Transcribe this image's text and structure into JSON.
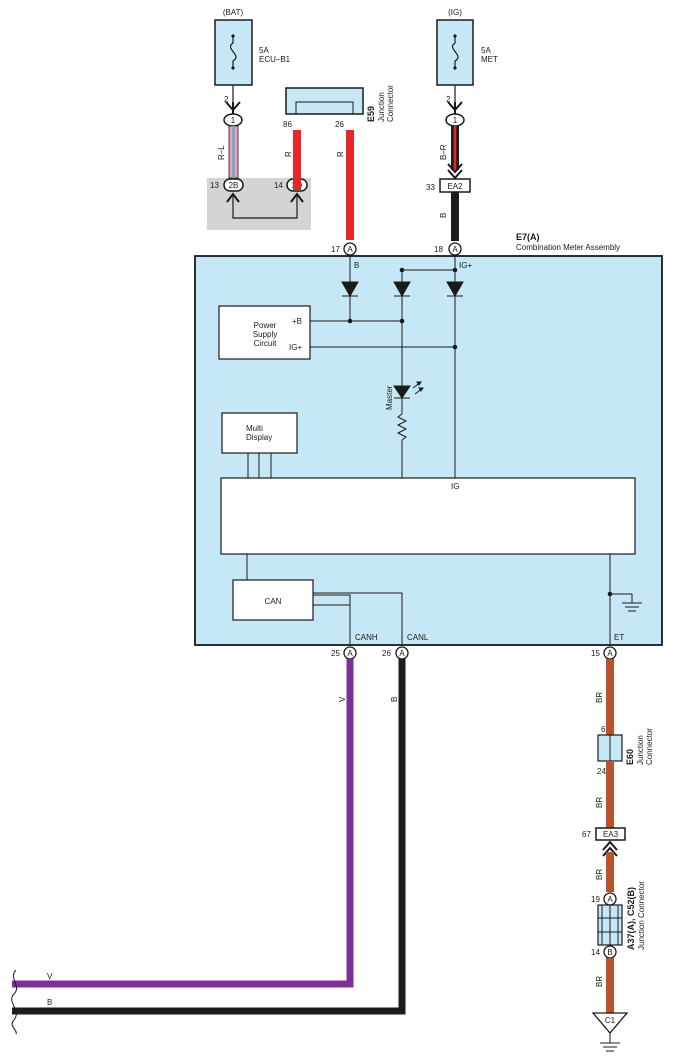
{
  "colors": {
    "wire_red": "#e8262a",
    "wire_black": "#1c1c1c",
    "wire_brown": "#b9532c",
    "wire_violet": "#7b3193",
    "assembly_fill": "#c6e8f6",
    "shade": "#d4d4d4",
    "pink": "#e9a7b5",
    "blue": "#7fa2d6"
  },
  "fuses": {
    "bat": {
      "header": "(BAT)",
      "rating": "5A",
      "name": "ECU–B1",
      "pin": "2",
      "conn_pin": "1",
      "wire": "R–L"
    },
    "ig": {
      "header": "(IG)",
      "rating": "5A",
      "name": "MET",
      "pin": "2",
      "conn_pin": "1",
      "wire": "B–R"
    }
  },
  "connectors": {
    "e59": {
      "code": "E59",
      "line1": "Junction",
      "line2": "Connector",
      "pin_left": "86",
      "pin_right": "26",
      "wire_left": "R",
      "wire_right": "R"
    },
    "splice": {
      "pin_left": "13",
      "label_left": "2B",
      "pin_right": "14",
      "label_right": "2D"
    },
    "ea2": {
      "pin": "33",
      "label": "EA2",
      "wire": "B"
    },
    "e60": {
      "code": "E60",
      "line1": "Junction",
      "line2": "Connector",
      "pin_top": "6",
      "pin_bottom": "24"
    },
    "ea3": {
      "pin": "67",
      "label": "EA3"
    },
    "a37": {
      "code": "A37(A), C52(B)",
      "line1": "Junction Connector",
      "pin_top": "19",
      "label_top": "A",
      "pin_bottom": "14",
      "label_bottom": "B"
    },
    "c1": {
      "label": "C1"
    }
  },
  "meter": {
    "code": "E7(A)",
    "title": "Combination Meter Assembly",
    "pins": {
      "p17": {
        "num": "17",
        "conn": "A",
        "label": "B"
      },
      "p18": {
        "num": "18",
        "conn": "A",
        "label": "IG+"
      },
      "p25": {
        "num": "25",
        "conn": "A",
        "label": "CANH"
      },
      "p26": {
        "num": "26",
        "conn": "A",
        "label": "CANL"
      },
      "p15": {
        "num": "15",
        "conn": "A",
        "label": "ET"
      }
    },
    "power_supply": {
      "line1": "Power",
      "line2": "Supply",
      "line3": "Circuit",
      "in_b": "+B",
      "in_ig": "IG+"
    },
    "multi_display": {
      "line1": "Multi",
      "line2": "Display"
    },
    "master_label": "Master",
    "ig_label": "IG",
    "can_label": "CAN"
  },
  "wires": {
    "canh_color": "V",
    "canl_color": "B",
    "br1": "BR",
    "br2": "BR",
    "br3": "BR",
    "br4": "BR",
    "bus_v": "V",
    "bus_b": "B"
  }
}
